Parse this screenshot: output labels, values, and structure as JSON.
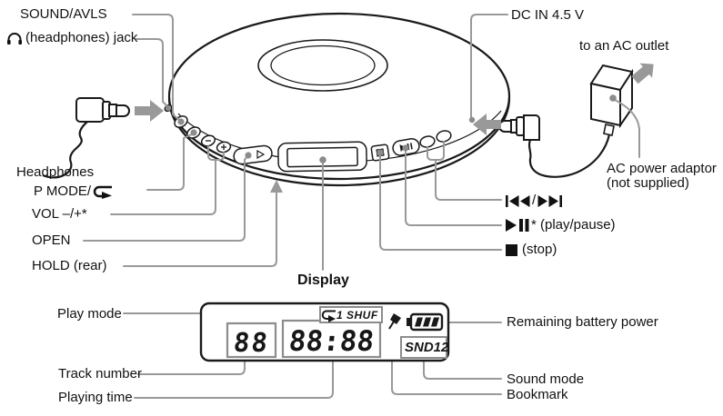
{
  "device": {
    "part_labels": {
      "sound_avls": "SOUND/AVLS",
      "headphones_jack": "(headphones) jack",
      "dc_in": "DC IN 4.5 V",
      "to_ac_outlet": "to an AC outlet",
      "headphones": "Headphones",
      "p_mode": "P MODE/",
      "volume": "VOL –/+*",
      "open": "OPEN",
      "hold": "HOLD (rear)",
      "display": "Display",
      "prev_next_separator": "/",
      "play_pause_suffix": "* (play/pause)",
      "stop_suffix": "(stop)",
      "ac_adaptor_line1": "AC power adaptor",
      "ac_adaptor_line2": "(not supplied)"
    }
  },
  "lcd": {
    "track_number": "88",
    "playing_time": "88:88",
    "play_mode_value": "1 SHUF",
    "sound_mode_value": "SND12"
  },
  "callouts": {
    "play_mode": "Play mode",
    "track_number": "Track number",
    "playing_time": "Playing time",
    "remaining_battery": "Remaining battery power",
    "sound_mode": "Sound mode",
    "bookmark": "Bookmark"
  },
  "icons": {
    "headphones": "headphones symbol",
    "repeat_loop": "loop/repeat arrow",
    "prev": "|◀◀",
    "next": "▶▶|",
    "play_pause": "▶II",
    "stop": "■",
    "battery": "battery gauge",
    "bookmark": "bookmark pen"
  },
  "colors": {
    "line": "#1a1a1a",
    "leader": "#999999",
    "dot": "#8c8c8c",
    "lcd_box_border": "#8c8c8c"
  }
}
